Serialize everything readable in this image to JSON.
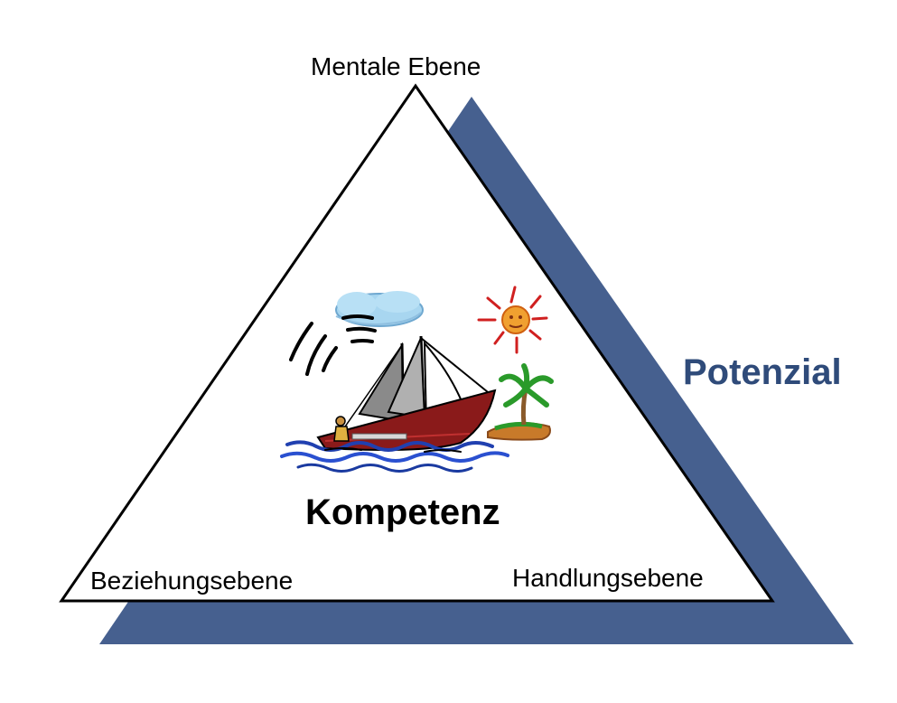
{
  "diagram": {
    "labels": {
      "top": "Mentale Ebene",
      "bottom_left": "Beziehungsebene",
      "bottom_right": "Handlungsebene",
      "center": "Kompetenz",
      "back": "Potenzial"
    },
    "illustration": {
      "icons": [
        "cloud-icon",
        "sun-icon",
        "wind-icon",
        "sailboat-icon",
        "sailor-icon",
        "palm-island-icon",
        "waves-icon"
      ]
    }
  },
  "colors": {
    "back_triangle": "#46608f",
    "potenzial_text": "#2f4b7a",
    "front_stroke": "#000000",
    "cloud": "#a8d6f0",
    "sun": "#f0a030",
    "sun_rays": "#d02020",
    "hull": "#8a1a1a",
    "sail": "#9a9a9a",
    "palm": "#2a9a2a",
    "island": "#c87a2a",
    "water": "#2040b0"
  }
}
